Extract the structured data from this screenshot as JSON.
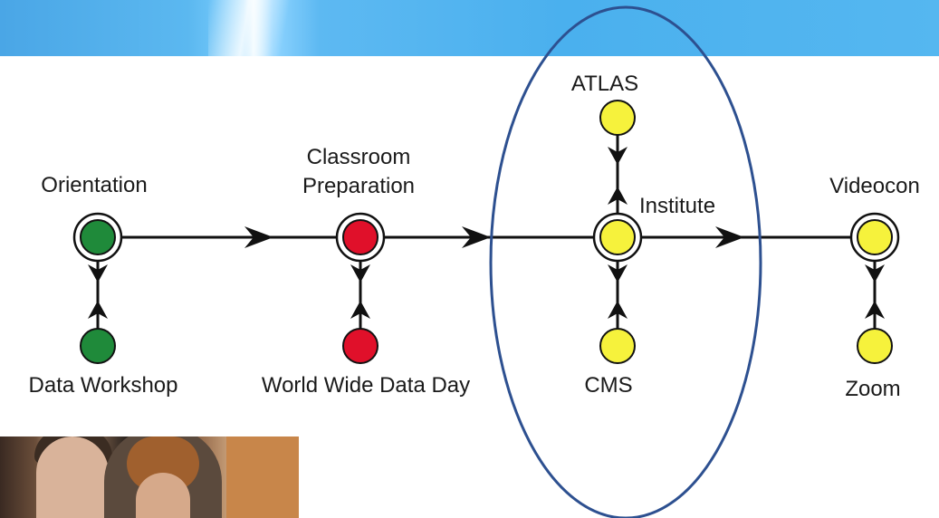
{
  "stages": {
    "orientation": "Orientation",
    "classroom_line1": "Classroom",
    "classroom_line2": "Preparation",
    "institute": "Institute",
    "videocon": "Videocon"
  },
  "branches": {
    "data_workshop": "Data Workshop",
    "world_wide_data_day": "World Wide Data Day",
    "atlas": "ATLAS",
    "cms": "CMS",
    "zoom": "Zoom"
  },
  "colors": {
    "green": "#1f8a3a",
    "red": "#e0102a",
    "yellow": "#f6f23c",
    "ellipse": "#2d5090",
    "line": "#111111"
  }
}
